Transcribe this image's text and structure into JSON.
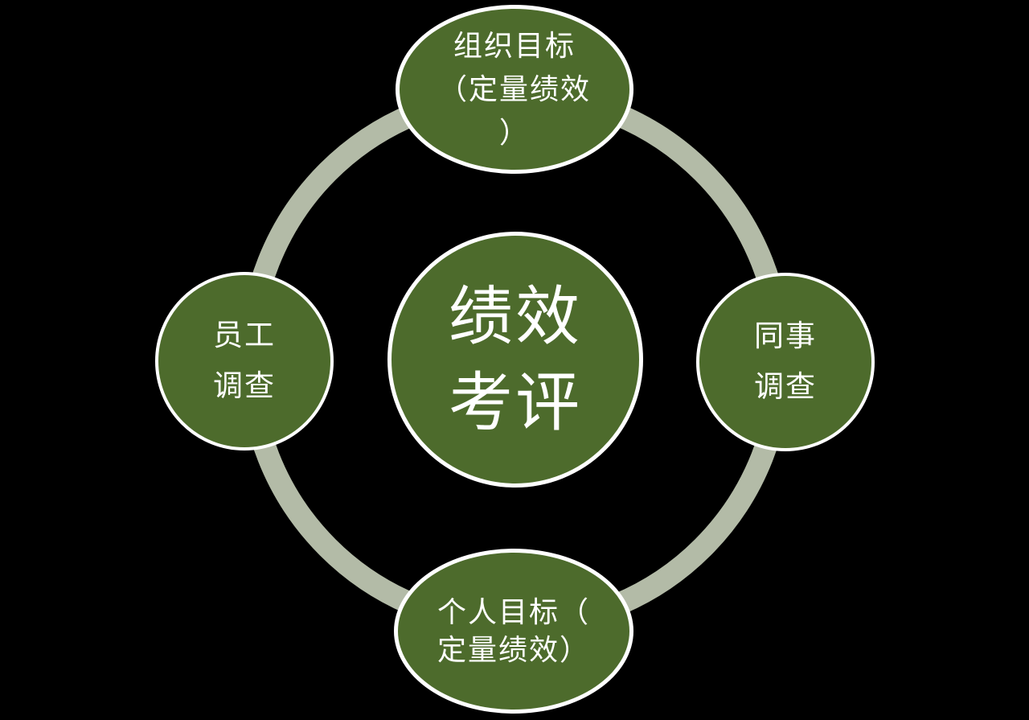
{
  "diagram": {
    "type": "cycle",
    "colors": {
      "background": "#000000",
      "ring": "#b3bba7",
      "node_fill": "#4d6b2c",
      "node_border": "#ffffff",
      "text": "#ffffff"
    },
    "center_node": {
      "lines": [
        "绩效",
        "考评"
      ]
    },
    "top_node": {
      "lines": [
        "组织目标",
        "（定量绩效",
        "）"
      ]
    },
    "right_node": {
      "lines": [
        "同事",
        "调查"
      ]
    },
    "bottom_node": {
      "lines": [
        "个人目标（",
        "定量绩效）"
      ]
    },
    "left_node": {
      "lines": [
        "员工",
        "调查"
      ]
    }
  }
}
